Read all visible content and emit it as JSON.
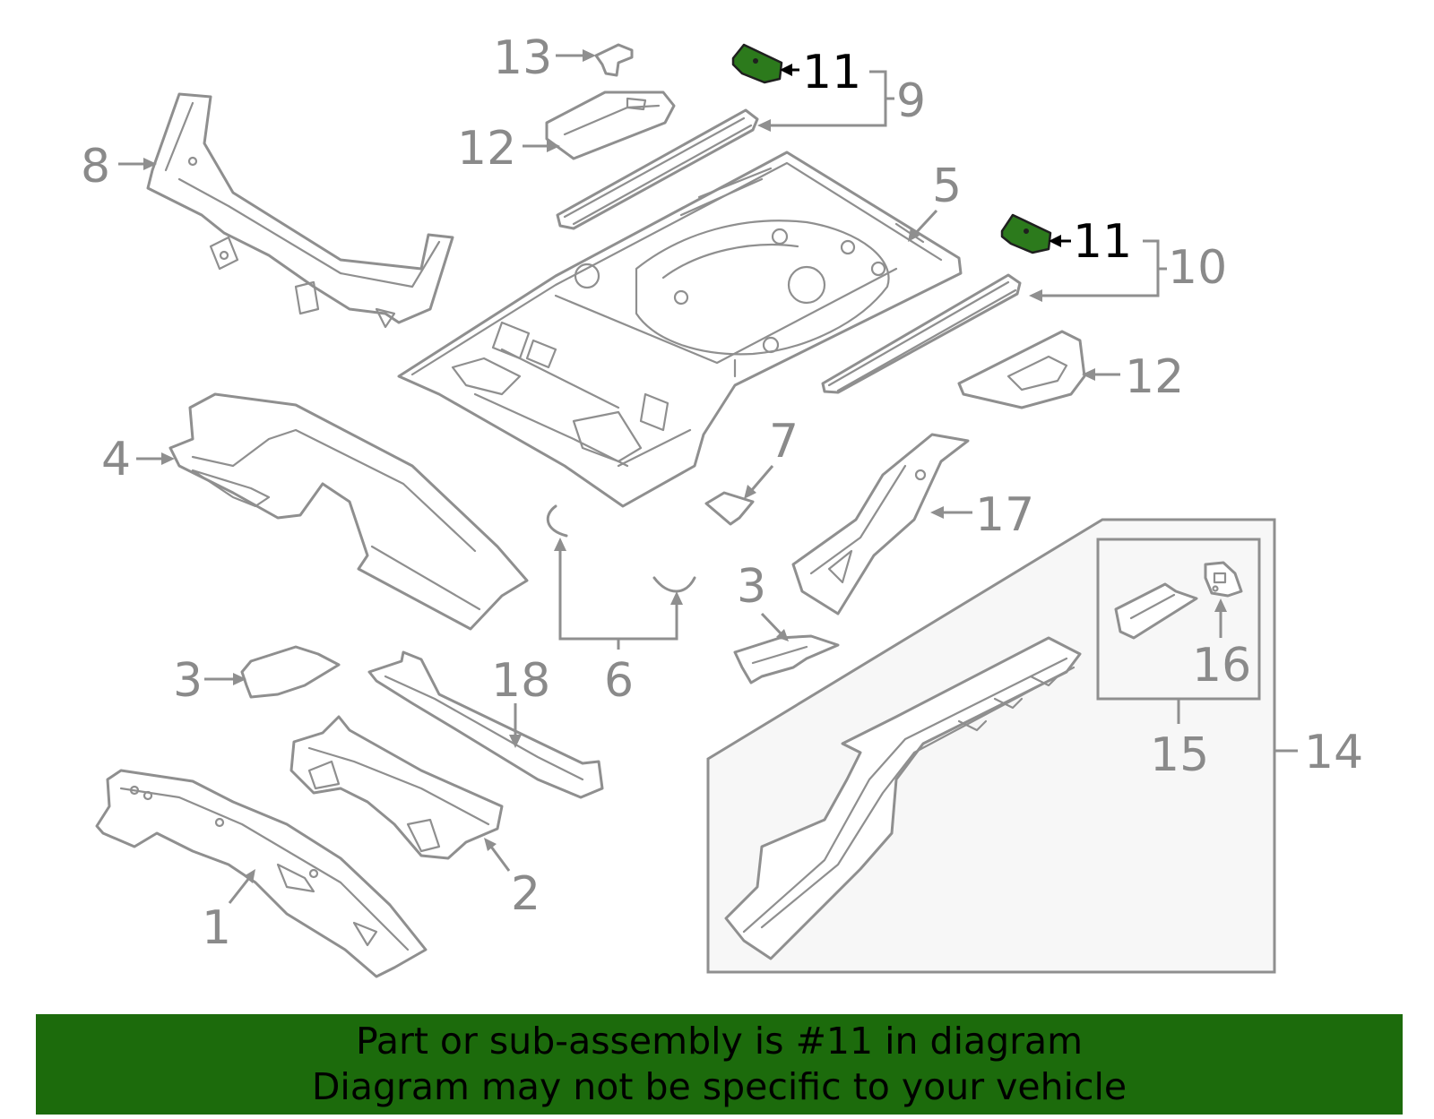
{
  "diagram": {
    "callouts": {
      "c1": "1",
      "c2": "2",
      "c3a": "3",
      "c3b": "3",
      "c4": "4",
      "c5": "5",
      "c6": "6",
      "c7": "7",
      "c8": "8",
      "c9": "9",
      "c10": "10",
      "c11a": "11",
      "c11b": "11",
      "c12a": "12",
      "c12b": "12",
      "c13": "13",
      "c14": "14",
      "c15": "15",
      "c16": "16",
      "c17": "17",
      "c18": "18"
    },
    "highlighted_part": "11",
    "colors": {
      "highlight_part": "#2c7a1c",
      "banner_background": "#1c6b0c",
      "line_gray": "#8f8f8f",
      "label_gray": "#8a8a8a"
    }
  },
  "banner": {
    "line1": "Part or sub-assembly is #11 in diagram",
    "line2": "Diagram may not be specific to your vehicle"
  }
}
